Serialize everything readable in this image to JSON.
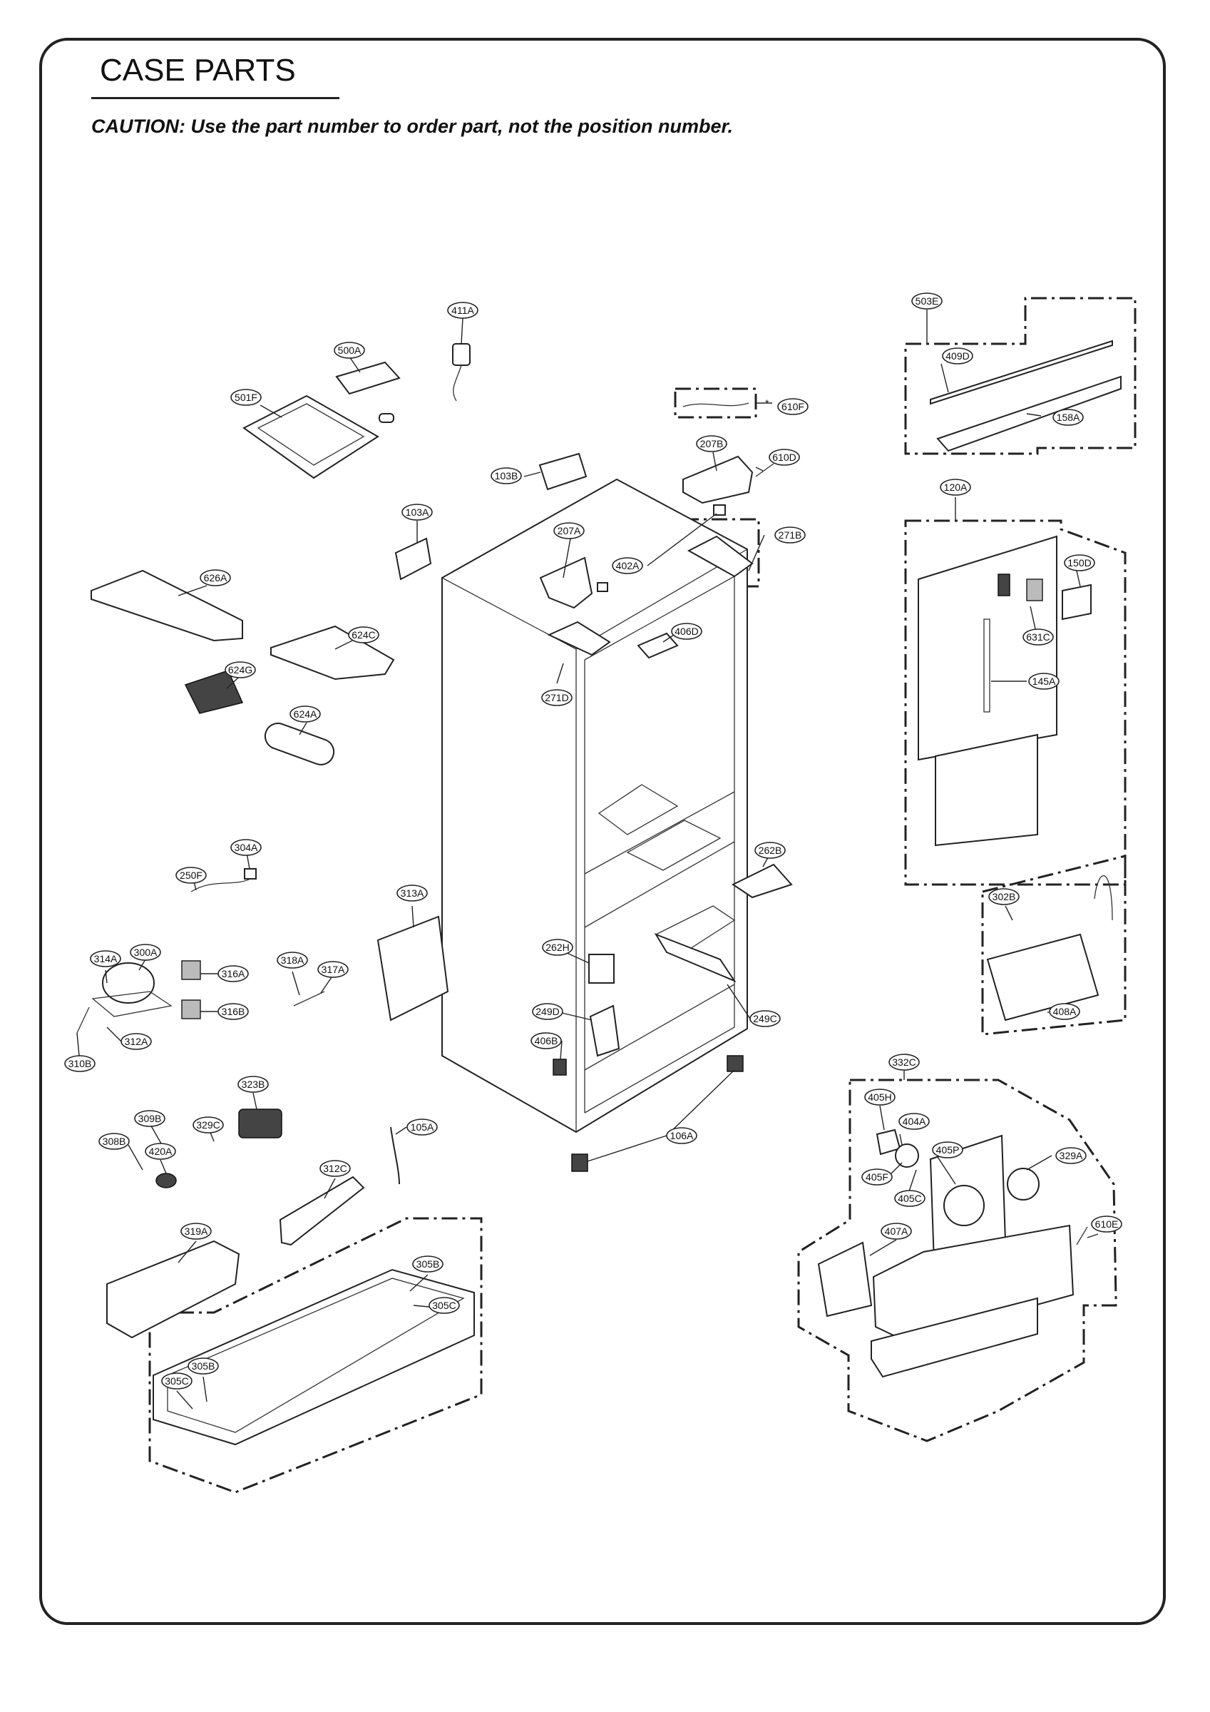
{
  "header": {
    "title": "CASE PARTS",
    "caution": "CAUTION: Use the part number to order part, not the position number."
  },
  "labels": [
    {
      "id": "411A"
    },
    {
      "id": "500A"
    },
    {
      "id": "501F"
    },
    {
      "id": "610F"
    },
    {
      "id": "503E"
    },
    {
      "id": "409D"
    },
    {
      "id": "158A"
    },
    {
      "id": "207B"
    },
    {
      "id": "610D"
    },
    {
      "id": "103B"
    },
    {
      "id": "120A"
    },
    {
      "id": "103A"
    },
    {
      "id": "207A"
    },
    {
      "id": "402A"
    },
    {
      "id": "271B"
    },
    {
      "id": "150D"
    },
    {
      "id": "626A"
    },
    {
      "id": "624C"
    },
    {
      "id": "406D"
    },
    {
      "id": "631C"
    },
    {
      "id": "624G"
    },
    {
      "id": "271D"
    },
    {
      "id": "145A"
    },
    {
      "id": "624A"
    },
    {
      "id": "304A"
    },
    {
      "id": "262B"
    },
    {
      "id": "250F"
    },
    {
      "id": "313A"
    },
    {
      "id": "302B"
    },
    {
      "id": "314A"
    },
    {
      "id": "300A"
    },
    {
      "id": "262H"
    },
    {
      "id": "316A"
    },
    {
      "id": "318A"
    },
    {
      "id": "317A"
    },
    {
      "id": "316B"
    },
    {
      "id": "249D"
    },
    {
      "id": "249C"
    },
    {
      "id": "408A"
    },
    {
      "id": "312A"
    },
    {
      "id": "406B"
    },
    {
      "id": "310B"
    },
    {
      "id": "332C"
    },
    {
      "id": "323B"
    },
    {
      "id": "405H"
    },
    {
      "id": "309B"
    },
    {
      "id": "329C"
    },
    {
      "id": "105A"
    },
    {
      "id": "404A"
    },
    {
      "id": "308B"
    },
    {
      "id": "420A"
    },
    {
      "id": "106A"
    },
    {
      "id": "405P"
    },
    {
      "id": "329A"
    },
    {
      "id": "405F"
    },
    {
      "id": "312C"
    },
    {
      "id": "405C"
    },
    {
      "id": "319A"
    },
    {
      "id": "407A"
    },
    {
      "id": "610E"
    },
    {
      "id": "305B"
    },
    {
      "id": "305C"
    },
    {
      "id": "305B"
    },
    {
      "id": "305C"
    }
  ],
  "asterisk": "*"
}
